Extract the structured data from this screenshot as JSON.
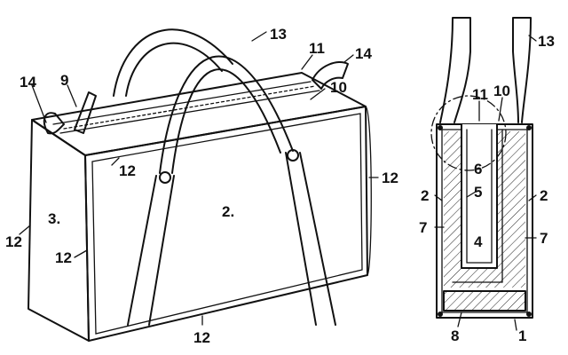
{
  "perspective_view": {
    "labels": {
      "handle": "13",
      "zipper_strip": "11",
      "pull_tab_right": "14",
      "pull_tab_left": "14",
      "slider": "9",
      "top_panel": "10",
      "edge_front_top": "12",
      "edge_right": "12",
      "edge_left_outer": "12",
      "edge_front_left": "12",
      "edge_bottom": "12",
      "front_panel": "2.",
      "end_panel": "3."
    }
  },
  "section_view": {
    "labels": {
      "handle": "13",
      "zipper_strip": "11",
      "top_panel": "10",
      "inner_space": "6",
      "inner_wall": "5",
      "side_left": "2",
      "side_right": "2",
      "insulation_left": "7",
      "insulation_right": "7",
      "inner_bottom": "4",
      "base_insert": "8",
      "outer_shell": "1"
    }
  }
}
